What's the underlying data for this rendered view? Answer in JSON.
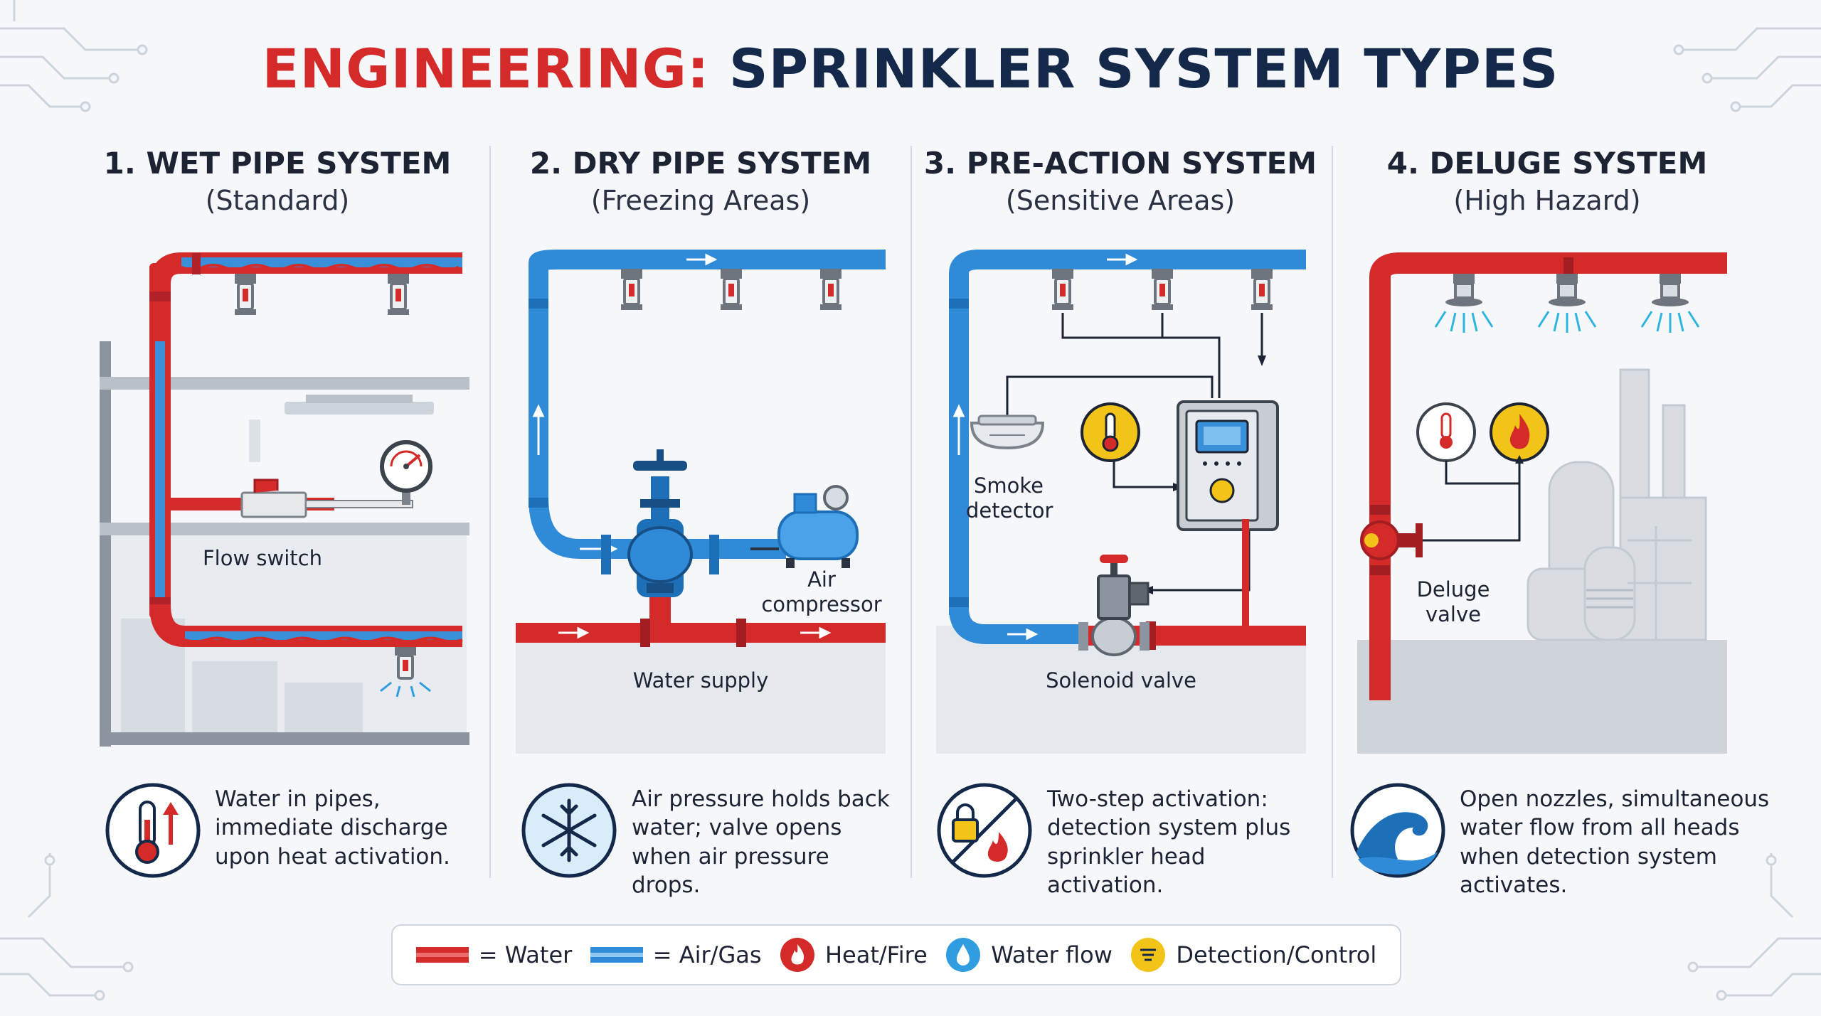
{
  "title": {
    "part1": "ENGINEERING:",
    "part2": "SPRINKLER SYSTEM TYPES"
  },
  "colors": {
    "water": "#d42a2a",
    "air": "#2f8ad8",
    "navy": "#14294a",
    "detection": "#f2c418"
  },
  "systems": [
    {
      "heading": "1. WET PIPE SYSTEM",
      "subheading": "(Standard)",
      "labels": {
        "flow_switch": "Flow switch"
      },
      "description": "Water in pipes, immediate discharge upon heat activation.",
      "icon": "thermometer-rising-icon"
    },
    {
      "heading": "2. DRY PIPE SYSTEM",
      "subheading": "(Freezing Areas)",
      "labels": {
        "air_compressor": "Air compressor",
        "water_supply": "Water supply"
      },
      "description": "Air pressure holds back water; valve opens when air pressure drops.",
      "icon": "snowflake-icon"
    },
    {
      "heading": "3. PRE-ACTION SYSTEM",
      "subheading": "(Sensitive Areas)",
      "labels": {
        "smoke_detector": "Smoke detector",
        "solenoid_valve": "Solenoid valve"
      },
      "description": "Two-step activation: detection system plus sprinkler head activation.",
      "icon": "lock-fire-icon"
    },
    {
      "heading": "4. DELUGE SYSTEM",
      "subheading": "(High Hazard)",
      "labels": {
        "deluge_valve": "Deluge valve"
      },
      "description": "Open nozzles, simultaneous water flow from all heads when detection system activates.",
      "icon": "wave-icon"
    }
  ],
  "legend": [
    {
      "label": "= Water",
      "icon": "red-pipe-icon"
    },
    {
      "label": "= Air/Gas",
      "icon": "blue-pipe-icon"
    },
    {
      "label": "Heat/Fire",
      "icon": "fire-icon"
    },
    {
      "label": "Water flow",
      "icon": "water-drop-icon"
    },
    {
      "label": "Detection/Control",
      "icon": "detection-icon"
    }
  ]
}
